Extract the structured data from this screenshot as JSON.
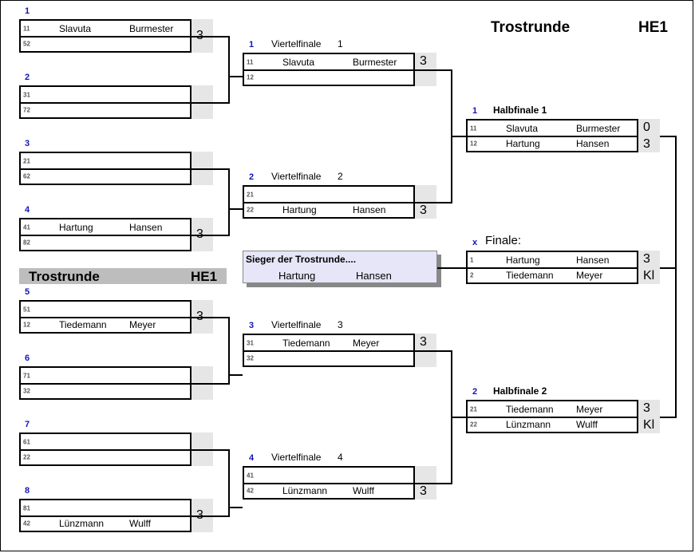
{
  "header": {
    "title": "Trostrunde",
    "group": "HE1"
  },
  "band": {
    "title": "Trostrunde",
    "group": "HE1"
  },
  "winner": {
    "label": "Sieger der Trostrunde....",
    "name1": "Hartung",
    "name2": "Hansen"
  },
  "final": {
    "marker": "x",
    "label": "Finale:"
  },
  "first_round": [
    {
      "number": "1",
      "p1": {
        "seed": "11",
        "n1": "Slavuta",
        "n2": "Burmester"
      },
      "p2": {
        "seed": "52",
        "n1": "",
        "n2": ""
      },
      "score": "3"
    },
    {
      "number": "2",
      "p1": {
        "seed": "31",
        "n1": "",
        "n2": ""
      },
      "p2": {
        "seed": "72",
        "n1": "",
        "n2": ""
      },
      "score": ""
    },
    {
      "number": "3",
      "p1": {
        "seed": "21",
        "n1": "",
        "n2": ""
      },
      "p2": {
        "seed": "62",
        "n1": "",
        "n2": ""
      },
      "score": ""
    },
    {
      "number": "4",
      "p1": {
        "seed": "41",
        "n1": "Hartung",
        "n2": "Hansen"
      },
      "p2": {
        "seed": "82",
        "n1": "",
        "n2": ""
      },
      "score": "3"
    },
    {
      "number": "5",
      "p1": {
        "seed": "51",
        "n1": "",
        "n2": ""
      },
      "p2": {
        "seed": "12",
        "n1": "Tiedemann",
        "n2": "Meyer"
      },
      "score": "3"
    },
    {
      "number": "6",
      "p1": {
        "seed": "71",
        "n1": "",
        "n2": ""
      },
      "p2": {
        "seed": "32",
        "n1": "",
        "n2": ""
      },
      "score": ""
    },
    {
      "number": "7",
      "p1": {
        "seed": "61",
        "n1": "",
        "n2": ""
      },
      "p2": {
        "seed": "22",
        "n1": "",
        "n2": ""
      },
      "score": ""
    },
    {
      "number": "8",
      "p1": {
        "seed": "81",
        "n1": "",
        "n2": ""
      },
      "p2": {
        "seed": "42",
        "n1": "Lünzmann",
        "n2": "Wulff"
      },
      "score": "3"
    }
  ],
  "quarterfinals": [
    {
      "number": "1",
      "label": "Viertelfinale",
      "idx": "1",
      "p1": {
        "seed": "11",
        "n1": "Slavuta",
        "n2": "Burmester"
      },
      "p2": {
        "seed": "12",
        "n1": "",
        "n2": ""
      },
      "s1": "3",
      "s2": ""
    },
    {
      "number": "2",
      "label": "Viertelfinale",
      "idx": "2",
      "p1": {
        "seed": "21",
        "n1": "",
        "n2": ""
      },
      "p2": {
        "seed": "22",
        "n1": "Hartung",
        "n2": "Hansen"
      },
      "s1": "",
      "s2": "3"
    },
    {
      "number": "3",
      "label": "Viertelfinale",
      "idx": "3",
      "p1": {
        "seed": "31",
        "n1": "Tiedemann",
        "n2": "Meyer"
      },
      "p2": {
        "seed": "32",
        "n1": "",
        "n2": ""
      },
      "s1": "3",
      "s2": ""
    },
    {
      "number": "4",
      "label": "Viertelfinale",
      "idx": "4",
      "p1": {
        "seed": "41",
        "n1": "",
        "n2": ""
      },
      "p2": {
        "seed": "42",
        "n1": "Lünzmann",
        "n2": "Wulff"
      },
      "s1": "",
      "s2": "3"
    }
  ],
  "semifinals": [
    {
      "number": "1",
      "label": "Halbfinale 1",
      "p1": {
        "seed": "11",
        "n1": "Slavuta",
        "n2": "Burmester"
      },
      "p2": {
        "seed": "12",
        "n1": "Hartung",
        "n2": "Hansen"
      },
      "s1": "0",
      "s2": "3"
    },
    {
      "number": "2",
      "label": "Halbfinale 2",
      "p1": {
        "seed": "21",
        "n1": "Tiedemann",
        "n2": "Meyer"
      },
      "p2": {
        "seed": "22",
        "n1": "Lünzmann",
        "n2": "Wulff"
      },
      "s1": "3",
      "s2": "Kl"
    }
  ],
  "final_match": {
    "p1": {
      "seed": "1",
      "n1": "Hartung",
      "n2": "Hansen"
    },
    "p2": {
      "seed": "2",
      "n1": "Tiedemann",
      "n2": "Meyer"
    },
    "s1": "3",
    "s2": "Kl"
  }
}
